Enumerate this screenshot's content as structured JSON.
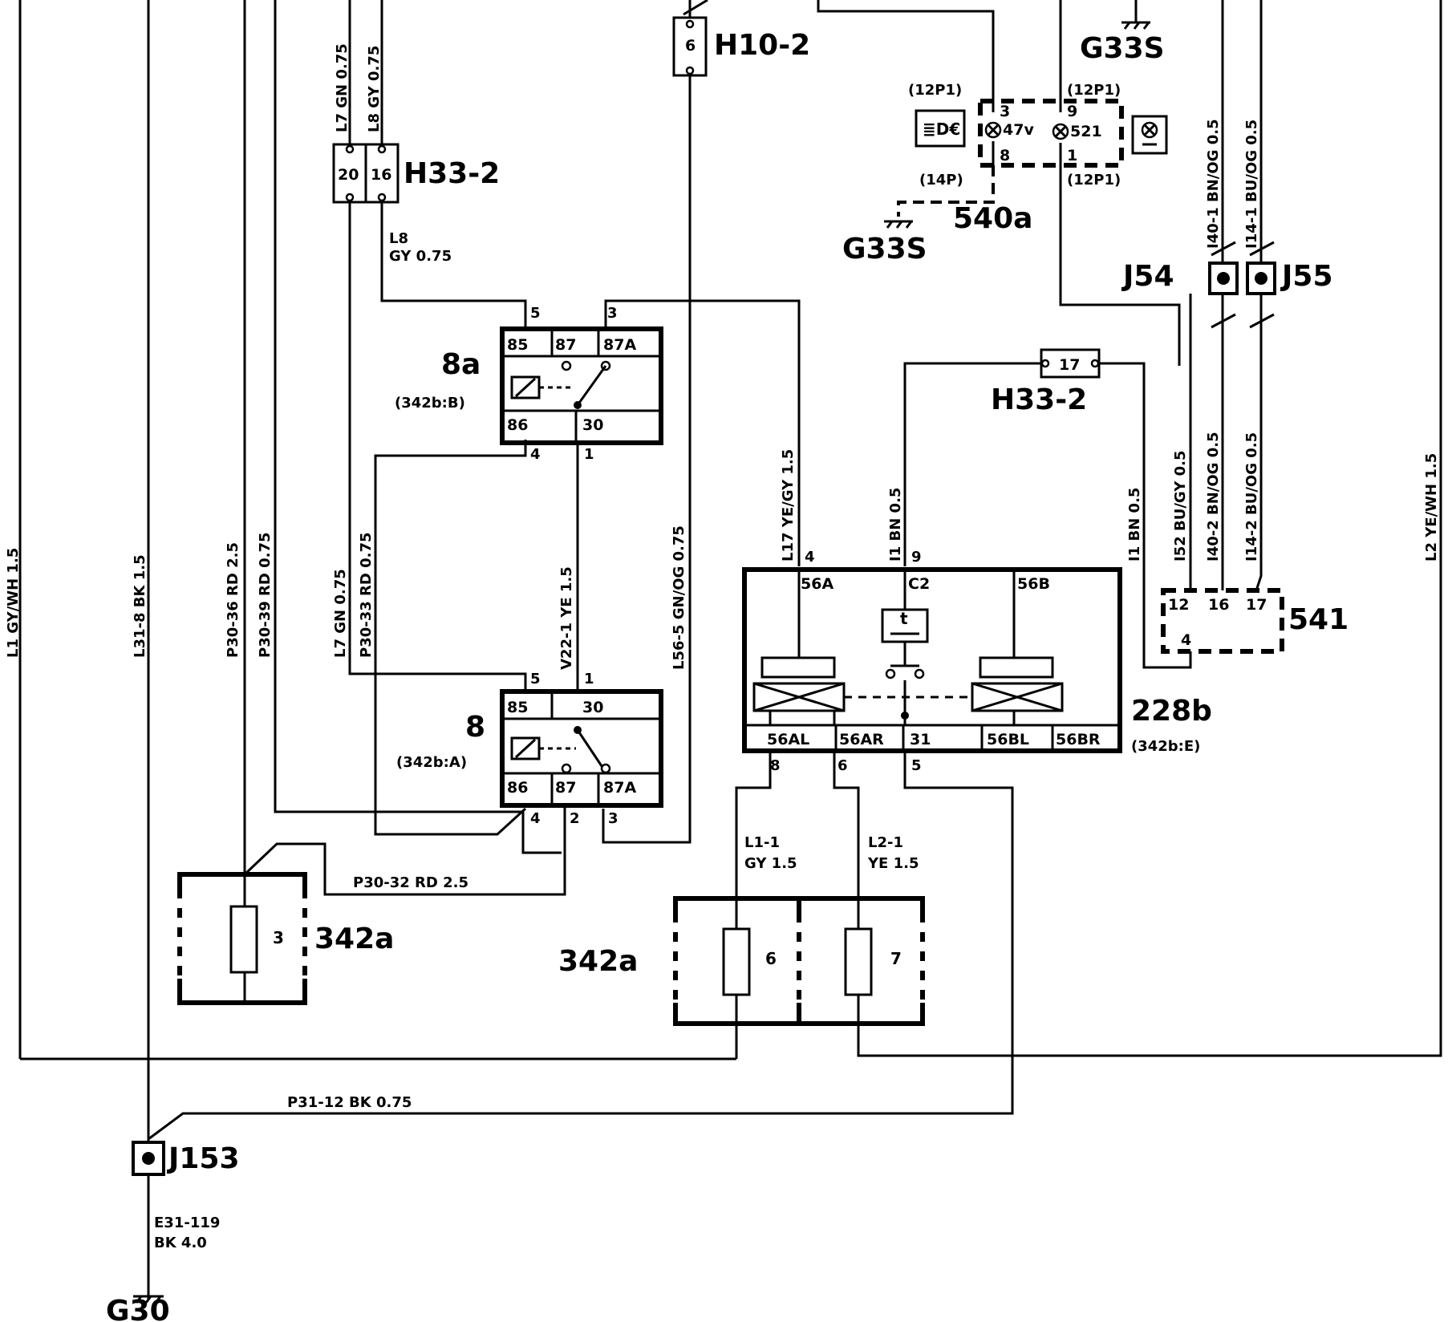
{
  "components": {
    "H10_2": {
      "name": "H10-2",
      "pin": "6"
    },
    "H33_2_top": {
      "name": "H33-2",
      "pins": [
        "20",
        "16"
      ]
    },
    "H33_2_mid": {
      "name": "H33-2",
      "pin": "17"
    },
    "G33S_top": "G33S",
    "G33S_left": "G33S",
    "G30": "G30",
    "relay_8a": {
      "name": "8a",
      "ref": "(342b:B)",
      "t_85": "85",
      "t_87": "87",
      "t_87a": "87A",
      "t_86": "86",
      "t_30": "30",
      "p5": "5",
      "p3": "3",
      "p4": "4",
      "p1": "1"
    },
    "relay_8": {
      "name": "8",
      "ref": "(342b:A)",
      "t_85": "85",
      "t_30": "30",
      "t_86": "86",
      "t_87": "87",
      "t_87a": "87A",
      "p5": "5",
      "p1": "1",
      "p4": "4",
      "p2": "2",
      "p3": "3"
    },
    "c540a": {
      "name": "540a",
      "tl": "(12P1)",
      "tr": "(12P1)",
      "bl": "(14P)",
      "br": "(12P1)",
      "p3": "3",
      "p9": "9",
      "p8": "8",
      "p1": "1",
      "b1": "47v",
      "b2": "521"
    },
    "J54": "J54",
    "J55": "J55",
    "J153": "J153",
    "c541": {
      "name": "541",
      "p12": "12",
      "p16": "16",
      "p17": "17",
      "p4": "4"
    },
    "c228b": {
      "name": "228b",
      "ref": "(342b:E)",
      "t56a": "56A",
      "tc2": "C2",
      "t56b": "56B",
      "t56al": "56AL",
      "t56ar": "56AR",
      "t31": "31",
      "t56bl": "56BL",
      "t56br": "56BR",
      "p4": "4",
      "p9": "9",
      "p8": "8",
      "p6": "6",
      "p5": "5",
      "timer": "t"
    },
    "fuse3": {
      "name": "342a",
      "num": "3"
    },
    "fuse67": {
      "name": "342a",
      "num6": "6",
      "num7": "7"
    }
  },
  "wires": {
    "L1": "L1   GY/WH 1.5",
    "L31_8": "L31-8   BK 1.5",
    "P30_36": "P30-36   RD 2.5",
    "P30_39": "P30-39   RD 0.75",
    "L7_top": "L7   GN 0.75",
    "L8_top": "L8   GY 0.75",
    "L8_mid_a": "L8",
    "L8_mid_b": "GY  0.75",
    "L7_mid": "L7   GN 0.75",
    "P30_33": "P30-33   RD 0.75",
    "V22_1": "V22-1    YE  1.5",
    "L56_5": "L56-5    GN/OG 0.75",
    "L17": "L17   YE/GY  1.5",
    "I1_a": "I1    BN 0.5",
    "I1_b": "I1    BN 0.5",
    "I52": "I52    BU/GY 0.5",
    "I40_2": "I40-2    BN/OG 0.5",
    "I14_2": "I14-2    BU/OG 0.5",
    "I40_1": "I40-1    BN/OG 0.5",
    "I14_1": "I14-1    BU/OG 0.5",
    "L2": "L2   YE/WH 1.5",
    "P30_32": "P30-32    RD 2.5",
    "L1_1_a": "L1-1",
    "L1_1_b": "GY  1.5",
    "L2_1_a": "L2-1",
    "L2_1_b": "YE  1.5",
    "P31_12": "P31-12    BK  0.75",
    "E31_119_a": "E31-119",
    "E31_119_b": "BK  4.0"
  }
}
